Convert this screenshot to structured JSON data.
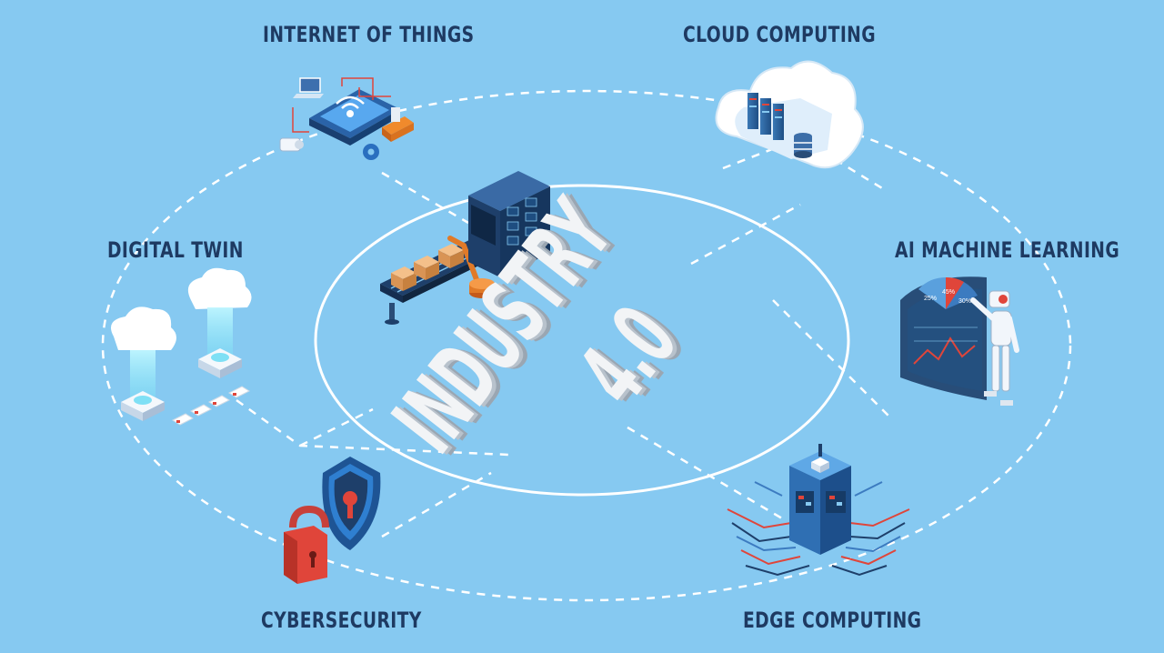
{
  "title": {
    "line1": "INDUSTRY",
    "line2": "4.0"
  },
  "topics": {
    "iot": "INTERNET OF THINGS",
    "cloud": "CLOUD COMPUTING",
    "digital_twin": "DIGITAL TWIN",
    "ai": "AI MACHINE LEARNING",
    "cyber": "CYBERSECURITY",
    "edge": "EDGE COMPUTING"
  },
  "gauge": {
    "left": "25%",
    "mid": "45%",
    "right": "30%"
  },
  "colors": {
    "background": "#86c9f1",
    "label": "#1e3a62",
    "accent_red": "#e0453a",
    "accent_orange": "#f08a2c",
    "navy": "#2a4d77"
  }
}
